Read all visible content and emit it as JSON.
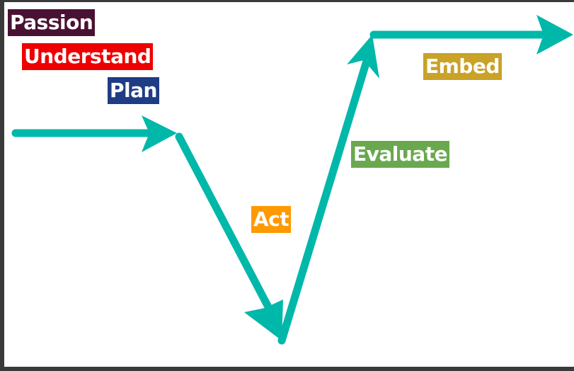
{
  "diagram": {
    "labels": {
      "passion": "Passion",
      "understand": "Understand",
      "plan": "Plan",
      "act": "Act",
      "evaluate": "Evaluate",
      "embed": "Embed"
    },
    "colors": {
      "arrow": "#00b8a9",
      "passion": "#4a1232",
      "understand": "#ee0000",
      "plan": "#1f3d84",
      "act": "#ff9900",
      "evaluate": "#6aa84f",
      "embed": "#c9a227"
    }
  }
}
